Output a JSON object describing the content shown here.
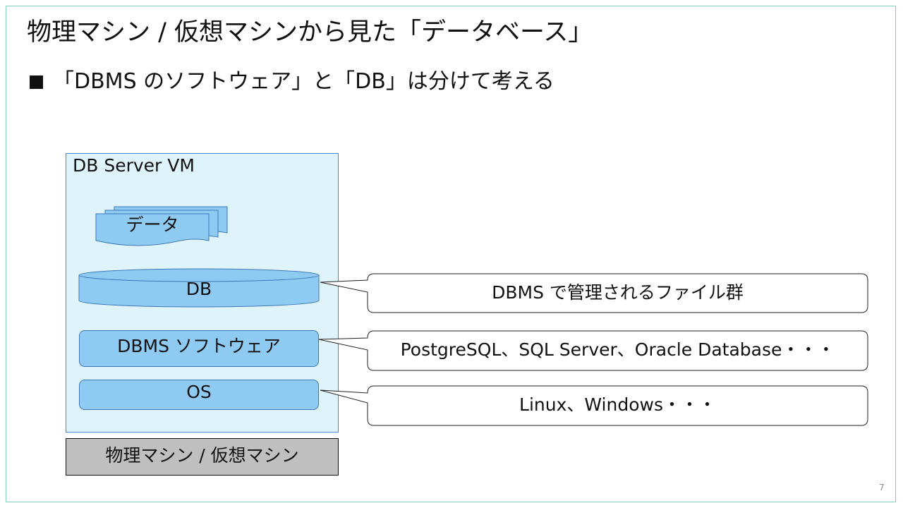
{
  "slide": {
    "title": "物理マシン / 仮想マシンから見た「データベース」",
    "bullet": "「DBMS のソフトウェア」と「DB」は分けて考える",
    "page_number": "7"
  },
  "diagram": {
    "vm_label": "DB Server VM",
    "data_label": "データ",
    "db_label": "DB",
    "dbms_layer_label": "DBMS ソフトウェア",
    "os_layer_label": "OS",
    "machine_label": "物理マシン / 仮想マシン",
    "callouts": {
      "db": "DBMS で管理されるファイル群",
      "dbms": "PostgreSQL、SQL Server、Oracle Database・・・",
      "os": "Linux、Windows・・・"
    },
    "colors": {
      "vm_fill": "#dff3fb",
      "layer_fill": "#8fcaf3",
      "machine_fill": "#bfbfbf",
      "frame": "#7fd3bd"
    }
  }
}
